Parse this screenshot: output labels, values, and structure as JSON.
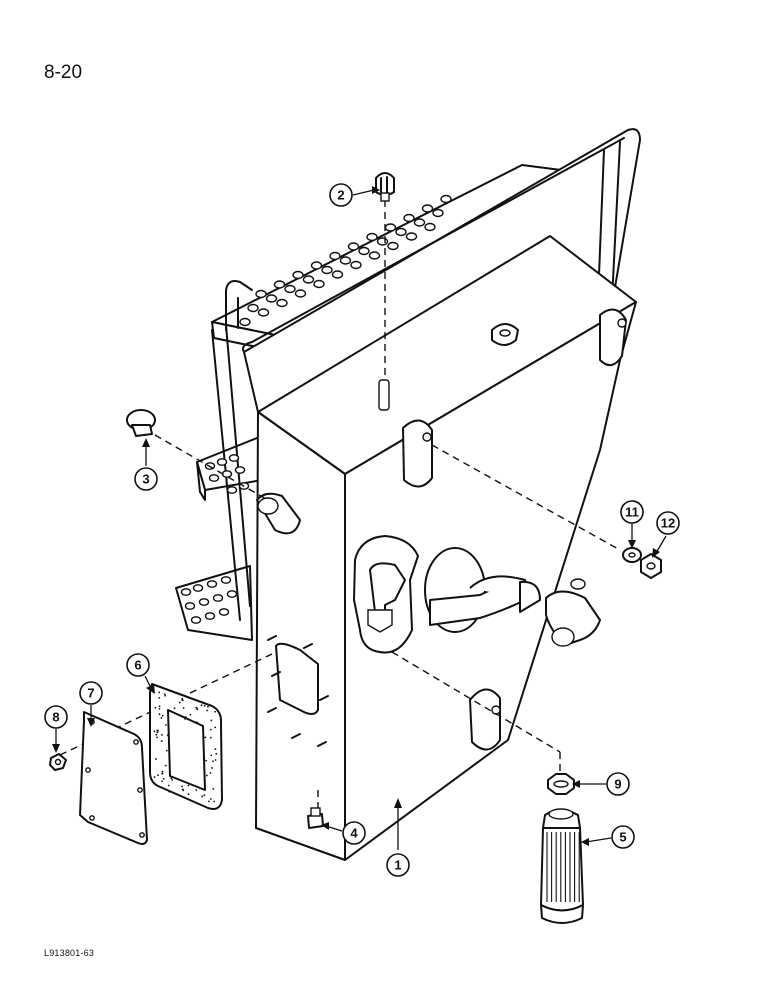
{
  "page": {
    "number": "8-20",
    "drawing_code": "L913801-63"
  },
  "callouts": [
    {
      "id": "c1",
      "label": "1"
    },
    {
      "id": "c2",
      "label": "2"
    },
    {
      "id": "c3",
      "label": "3"
    },
    {
      "id": "c4",
      "label": "4"
    },
    {
      "id": "c5",
      "label": "5"
    },
    {
      "id": "c6",
      "label": "6"
    },
    {
      "id": "c7",
      "label": "7"
    },
    {
      "id": "c8",
      "label": "8"
    },
    {
      "id": "c9",
      "label": "9"
    },
    {
      "id": "c11",
      "label": "11"
    },
    {
      "id": "c12",
      "label": "12"
    }
  ]
}
